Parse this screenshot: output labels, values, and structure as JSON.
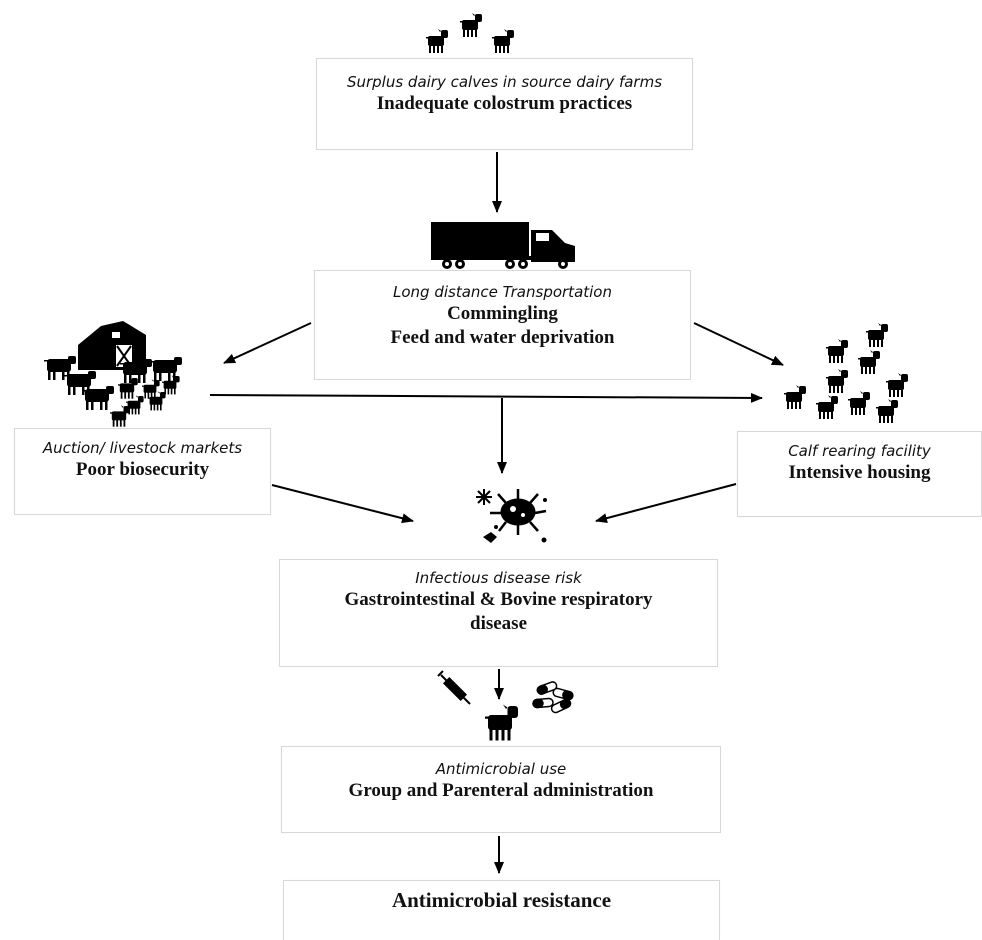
{
  "nodes": {
    "source_farms": {
      "subtitle": "Surplus dairy calves in source dairy farms",
      "lines": [
        "Inadequate colostrum practices"
      ]
    },
    "transportation": {
      "subtitle": "Long distance Transportation",
      "lines": [
        "Commingling",
        "Feed and water deprivation"
      ]
    },
    "auction": {
      "subtitle": "Auction/ livestock markets",
      "lines": [
        "Poor biosecurity"
      ]
    },
    "rearing": {
      "subtitle": "Calf rearing facility",
      "lines": [
        "Intensive housing"
      ]
    },
    "disease": {
      "subtitle": "Infectious disease risk",
      "lines": [
        "Gastrointestinal & Bovine respiratory",
        "disease"
      ]
    },
    "amu": {
      "subtitle": "Antimicrobial use",
      "lines": [
        "Group and Parenteral administration"
      ]
    },
    "amr": {
      "lines": [
        "Antimicrobial resistance"
      ]
    }
  },
  "icons": [
    "calves-group-icon",
    "truck-icon",
    "barn-herd-icon",
    "calves-herd-icon",
    "microbe-icon",
    "syringe-icon",
    "calf-icon",
    "pills-icon"
  ],
  "colors": {
    "stroke": "#000000",
    "box_border": "#d8d8d8",
    "text": "#111111"
  }
}
